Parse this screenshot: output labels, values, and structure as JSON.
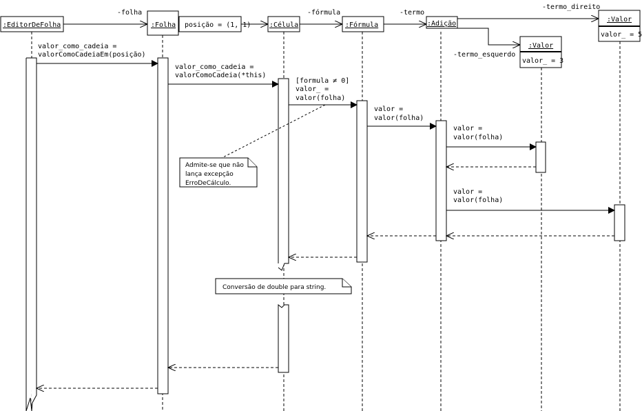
{
  "diagram": {
    "type": "UML sequence diagram",
    "objects": [
      {
        "id": "editor",
        "label": ":EditorDeFolha"
      },
      {
        "id": "folha",
        "label": ":Folha"
      },
      {
        "id": "celula",
        "label": ":Célula"
      },
      {
        "id": "formula",
        "label": ":Fórmula"
      },
      {
        "id": "adicao",
        "label": ":Adição"
      },
      {
        "id": "valor_esq",
        "label": ":Valor",
        "attribute": "valor_ = 3"
      },
      {
        "id": "valor_dir",
        "label": ":Valor",
        "attribute": "valor_ = 5"
      }
    ],
    "qualifier": "posição = (1, 1)",
    "links": [
      {
        "from": "editor",
        "to": "folha",
        "role": "-folha"
      },
      {
        "from": "folha",
        "to": "celula",
        "role": ""
      },
      {
        "from": "celula",
        "to": "formula",
        "role": "-fórmula"
      },
      {
        "from": "formula",
        "to": "adicao",
        "role": "-termo"
      },
      {
        "from": "adicao",
        "to": "valor_dir",
        "role": "-termo_direito"
      },
      {
        "from": "adicao",
        "to": "valor_esq",
        "role": "-termo_esquerdo"
      }
    ],
    "messages": [
      {
        "from": "editor",
        "to": "folha",
        "line1": "valor_como_cadeia =",
        "line2": "valorComoCadeiaEm(posição)"
      },
      {
        "from": "folha",
        "to": "celula",
        "line1": "valor_como_cadeia =",
        "line2": "valorComoCadeia(*this)"
      },
      {
        "from": "celula",
        "to": "formula",
        "line0": "[formula ≠ 0]",
        "line1": "valor_ =",
        "line2": "valor(folha)"
      },
      {
        "from": "formula",
        "to": "adicao",
        "line1": "valor =",
        "line2": "valor(folha)"
      },
      {
        "from": "adicao",
        "to": "valor_esq",
        "line1": "valor =",
        "line2": "valor(folha)"
      },
      {
        "from": "adicao",
        "to": "valor_dir",
        "line1": "valor =",
        "line2": "valor(folha)"
      }
    ],
    "notes": [
      {
        "id": "note-exception",
        "lines": [
          "Admite-se que não",
          "lança excepção",
          "ErroDeCálculo."
        ]
      },
      {
        "id": "note-conversion",
        "lines": [
          "Conversão de double para string."
        ]
      }
    ]
  }
}
